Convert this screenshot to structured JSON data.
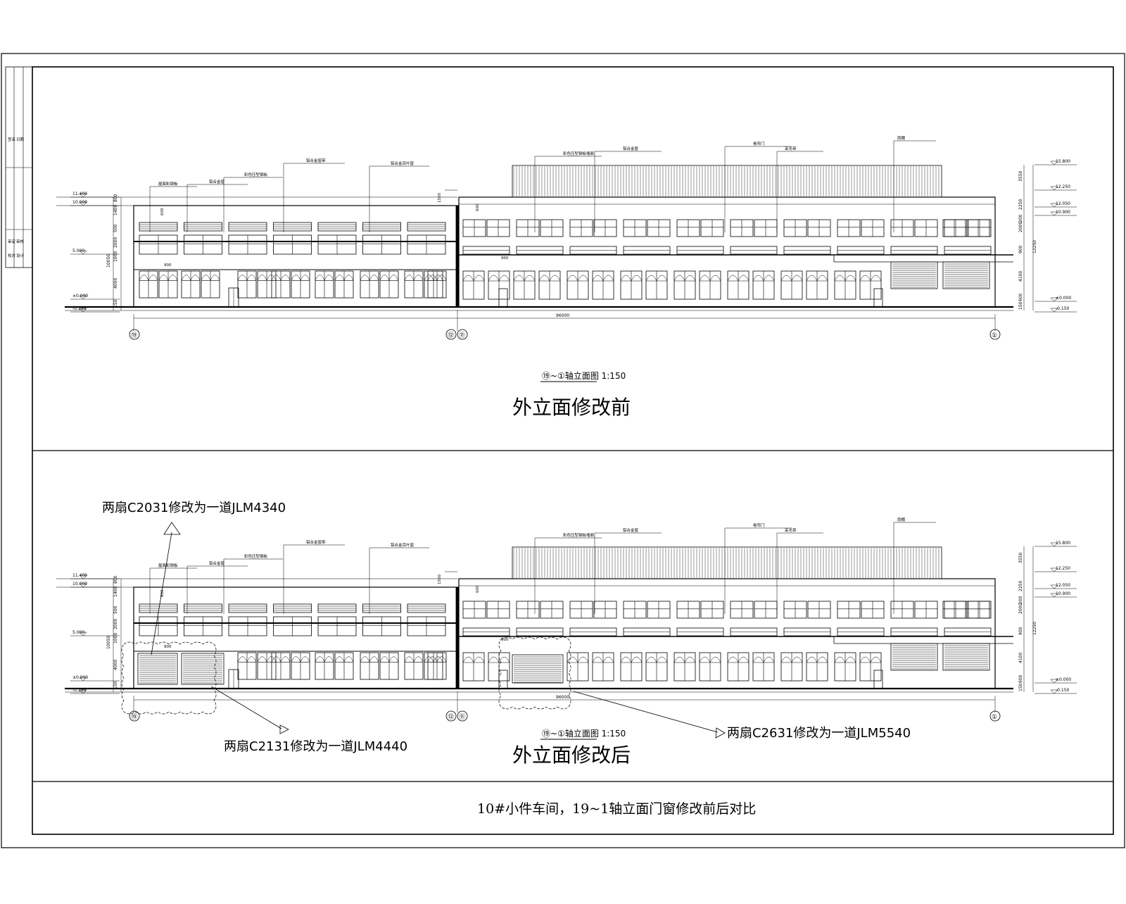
{
  "drawing": {
    "footer_title": "10#小件车间，19~1轴立面门窗修改前后对比",
    "sheet_sidebar_text": [
      "签名",
      "日期",
      "审定",
      "审核",
      "校对",
      "设计"
    ]
  },
  "views": [
    {
      "id": "before",
      "scale_caption": "⑲~①轴立面图 1:150",
      "caption": "外立面修改前"
    },
    {
      "id": "after",
      "scale_caption": "⑲~①轴立面图 1:150",
      "caption": "外立面修改后"
    }
  ],
  "annotations": {
    "note_a": "两扇C2031修改为一道JLM4340",
    "note_b": "两扇C2131修改为一道JLM4440",
    "note_c": "两扇C2631修改为一道JLM5540"
  },
  "elevation": {
    "axis_labels": [
      "⑲",
      "⑫",
      "⑪",
      "①"
    ],
    "overall_dimension": "96000",
    "levels_left": [
      "11.400",
      "10.000",
      "5.000",
      "±0.000",
      "-0.150"
    ],
    "levels_right": [
      "15.800",
      "12.250",
      "12.050",
      "10.900",
      "±0.000",
      "-0.150"
    ],
    "dims_left": [
      "800",
      "1400",
      "500",
      "2000",
      "1000",
      "4000",
      "150",
      "10050"
    ],
    "dims_right": [
      "3550",
      "2250",
      "200",
      "2000",
      "900",
      "4100",
      "600",
      "150",
      "12250"
    ],
    "small_dims": [
      "600",
      "900",
      "1500"
    ],
    "callouts": [
      "屋面彩钢板",
      "铝合金窗",
      "彩色压型钢板",
      "铝合金窗带",
      "铝合金百叶窗",
      "彩色压型钢板墙面",
      "铝合金窗",
      "卷帘门",
      "采光带",
      "雨棚"
    ]
  }
}
